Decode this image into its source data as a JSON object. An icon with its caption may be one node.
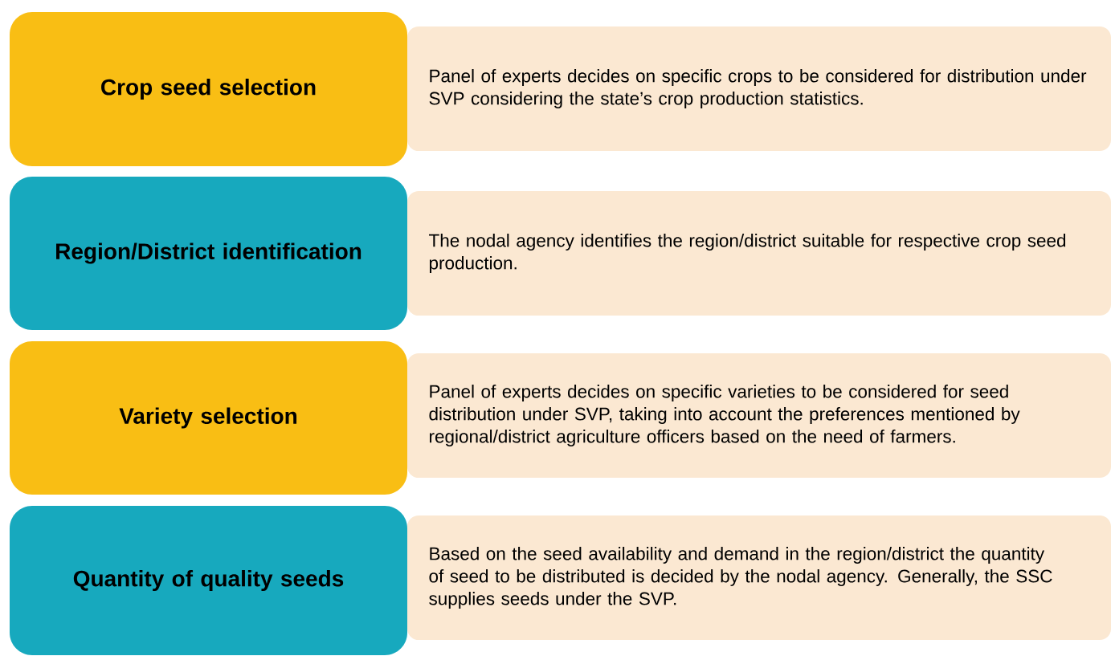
{
  "diagram": {
    "nodes": [
      {
        "text": [
          "Crop seed selection"
        ]
      },
      {
        "text": [
          "Panel of experts decides on specific crops to be considered for distribution under SVP considering the state’s crop production statistics."
        ]
      },
      {
        "text": [
          "Region/District identification"
        ]
      },
      {
        "text": [
          "The nodal agency identifies the region/district suitable for respective crop seed production."
        ]
      },
      {
        "text": [
          "Variety selection"
        ]
      },
      {
        "text": [
          "Panel of experts decides on specific varieties to be considered for seed distribution under SVP, taking into account the preferences mentioned by regional/district agriculture officers based on the need of farmers."
        ]
      },
      {
        "text": [
          "Quantity of quality seeds"
        ]
      },
      {
        "text": [
          "Based on the seed availability and demand in the region/district the quantity of seed to be distributed is decided by the nodal agency. Generally, the SSC supplies seeds under the SVP."
        ]
      }
    ]
  }
}
